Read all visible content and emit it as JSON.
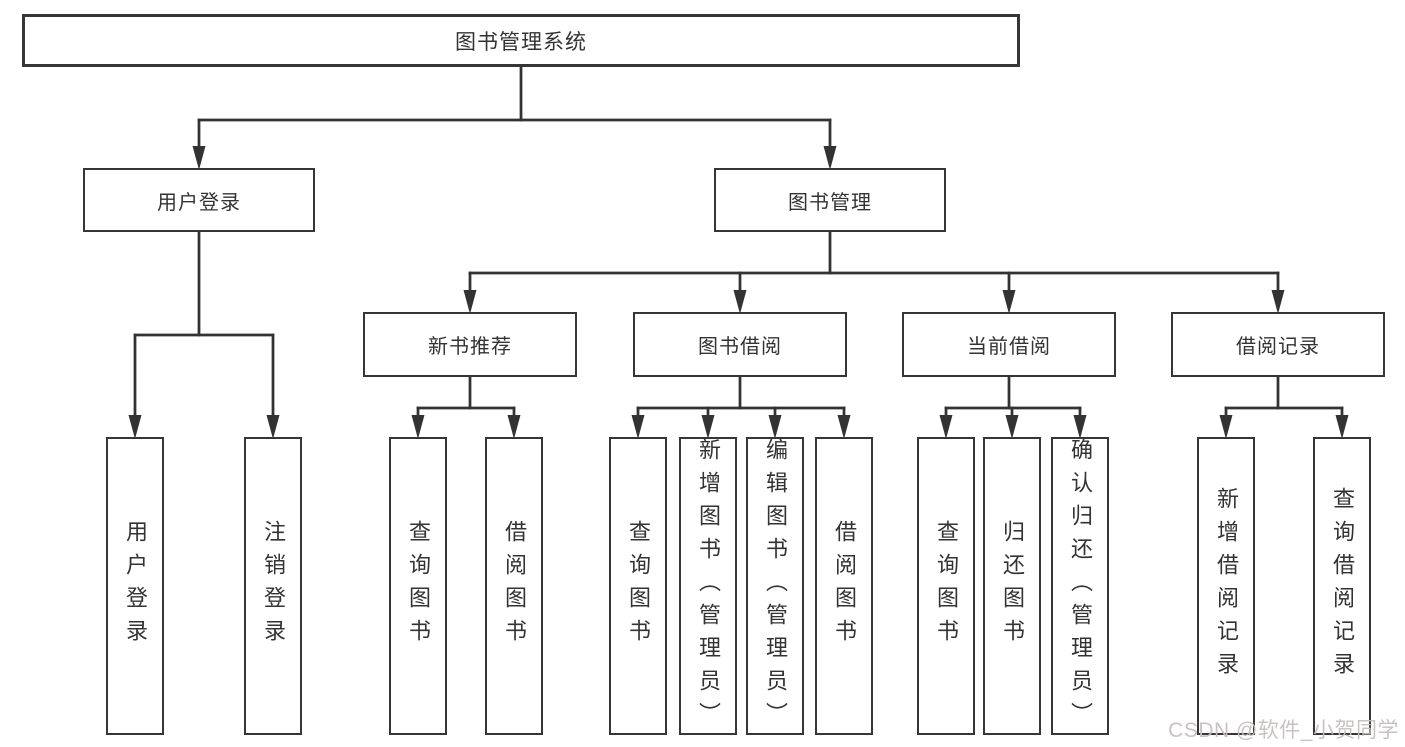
{
  "tree": {
    "root": {
      "label": "图书管理系统"
    },
    "branches": [
      {
        "label": "用户登录",
        "children": [
          {
            "label": "用户登录"
          },
          {
            "label": "注销登录"
          }
        ]
      },
      {
        "label": "图书管理",
        "children": [
          {
            "label": "新书推荐",
            "children": [
              {
                "label": "查询图书"
              },
              {
                "label": "借阅图书"
              }
            ]
          },
          {
            "label": "图书借阅",
            "children": [
              {
                "label": "查询图书"
              },
              {
                "label": "新增图书（管理员）"
              },
              {
                "label": "编辑图书（管理员）"
              },
              {
                "label": "借阅图书"
              }
            ]
          },
          {
            "label": "当前借阅",
            "children": [
              {
                "label": "查询图书"
              },
              {
                "label": "归还图书"
              },
              {
                "label": "确认归还（管理员）"
              }
            ]
          },
          {
            "label": "借阅记录",
            "children": [
              {
                "label": "新增借阅记录"
              },
              {
                "label": "查询借阅记录"
              }
            ]
          }
        ]
      }
    ]
  },
  "watermark": {
    "text": "CSDN @软件_小贺同学"
  },
  "colors": {
    "line": "#333333",
    "border": "#363636",
    "text": "#333333",
    "watermark": "#c6bfbf",
    "background": "#ffffff"
  }
}
